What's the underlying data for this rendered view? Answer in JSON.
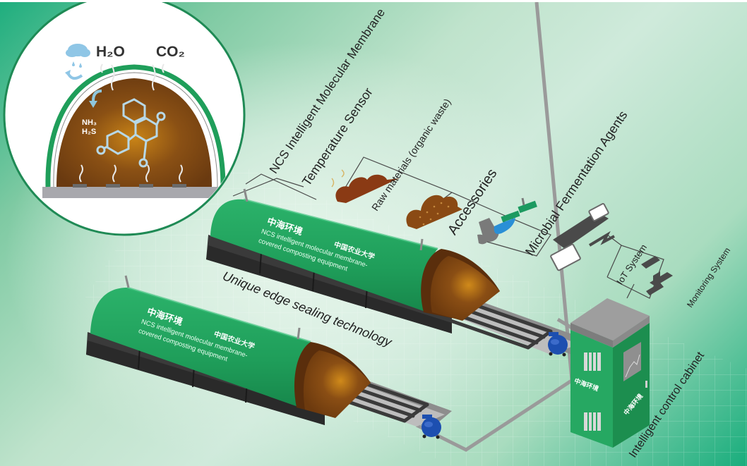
{
  "diagram": {
    "title": "NCS intelligent molecular membrane-covered composting system",
    "inset": {
      "labels": {
        "water": "H₂O",
        "carbon_dioxide": "CO₂",
        "ammonia": "NH₃",
        "hydrogen_sulfide": "H₂S"
      }
    },
    "callouts": {
      "membrane": "NCS Intelligent Molecular Membrane",
      "temperature_sensor": "Temperature Sensor",
      "raw_materials": "Raw materials (organic waste)",
      "accessories": "Accessories",
      "fermentation_agents": "Microbial Fermentation Agents",
      "iot_system": "IoT System",
      "monitoring_system": "Monitoring System",
      "edge_sealing": "Unique edge sealing technology",
      "control_cabinet": "Intelligent control cabinet"
    },
    "units": [
      {
        "brand_logo": "中海环境",
        "partner_logo": "中国农业大学",
        "banner_line1": "NCS intelligent molecular membrane-",
        "banner_line2": "covered composting equipment"
      },
      {
        "brand_logo": "中海环境",
        "partner_logo": "中国农业大学",
        "banner_line1": "NCS intelligent molecular membrane-",
        "banner_line2": "covered composting equipment"
      }
    ],
    "cabinet": {
      "logo_front": "中海环境",
      "logo_side": "中海环境"
    },
    "colors": {
      "membrane_green": "#1f9e5a",
      "compost_brown": "#7a4512",
      "blower_blue": "#1d4fb0",
      "panel_gray": "#4a4a4a",
      "background_mint": "#cfeadb"
    }
  }
}
